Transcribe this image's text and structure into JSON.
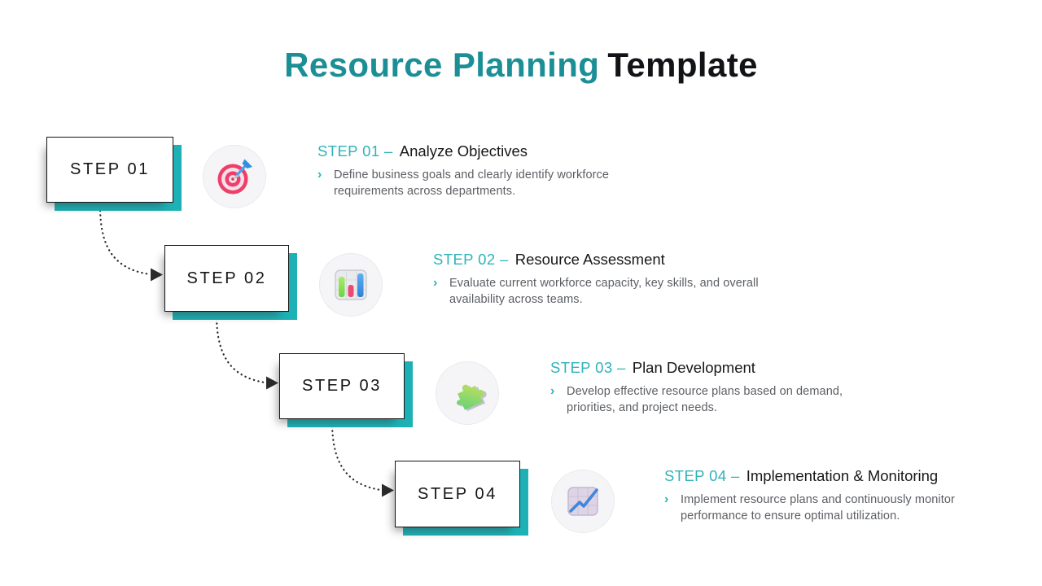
{
  "title": {
    "highlight": "Resource Planning",
    "rest": "Template"
  },
  "bullet_glyph": "›",
  "colors": {
    "accent_teal": "#1DB1B5",
    "title_teal": "#1B8E96",
    "label_teal": "#2FB3B9",
    "heading_dark": "#17181A",
    "body_gray": "#5B5E63"
  },
  "steps": [
    {
      "box_label": "STEP 01",
      "heading_prefix": "STEP 01 –",
      "heading": "Analyze Objectives",
      "description": "Define business goals and clearly identify workforce requirements across departments.",
      "icon": "target-icon"
    },
    {
      "box_label": "STEP 02",
      "heading_prefix": "STEP 02 –",
      "heading": "Resource Assessment",
      "description": "Evaluate current workforce capacity, key skills, and overall availability across teams.",
      "icon": "bar-chart-icon"
    },
    {
      "box_label": "STEP 03",
      "heading_prefix": "STEP 03 –",
      "heading": "Plan Development",
      "description": "Develop effective resource plans based on demand, priorities, and project needs.",
      "icon": "puzzle-icon"
    },
    {
      "box_label": "STEP 04",
      "heading_prefix": "STEP 04 –",
      "heading": "Implementation & Monitoring",
      "description": "Implement resource plans and continuously monitor performance to ensure optimal utilization.",
      "icon": "chart-increasing-icon"
    }
  ]
}
